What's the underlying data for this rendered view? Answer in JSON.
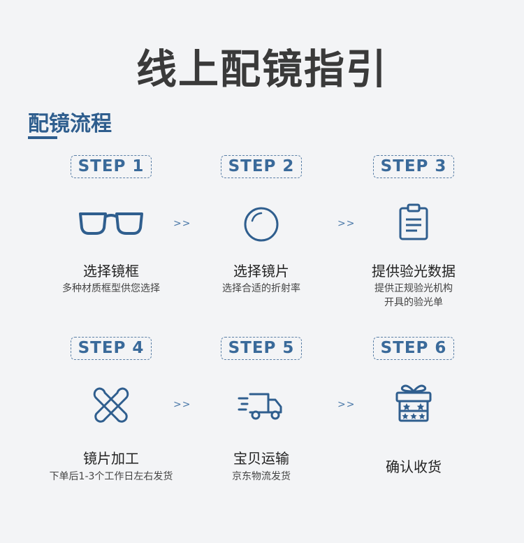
{
  "page": {
    "title": "线上配镜指引",
    "section_heading": "配镜流程",
    "arrow_glyph": ">>",
    "accent_color": "#3a6a9a"
  },
  "steps": [
    {
      "badge": "STEP 1",
      "title": "选择镜框",
      "desc": "多种材质框型供您选择",
      "icon": "glasses-icon"
    },
    {
      "badge": "STEP 2",
      "title": "选择镜片",
      "desc": "选择合适的折射率",
      "icon": "lens-icon"
    },
    {
      "badge": "STEP 3",
      "title": "提供验光数据",
      "desc": "提供正规验光机构\n开具的验光单",
      "icon": "clipboard-icon"
    },
    {
      "badge": "STEP 4",
      "title": "镜片加工",
      "desc": "下单后1-3个工作日左右发货",
      "icon": "tools-icon"
    },
    {
      "badge": "STEP 5",
      "title": "宝贝运输",
      "desc": "京东物流发货",
      "icon": "delivery-truck-icon"
    },
    {
      "badge": "STEP 6",
      "title": "确认收货",
      "desc": "",
      "icon": "gift-box-icon"
    }
  ]
}
